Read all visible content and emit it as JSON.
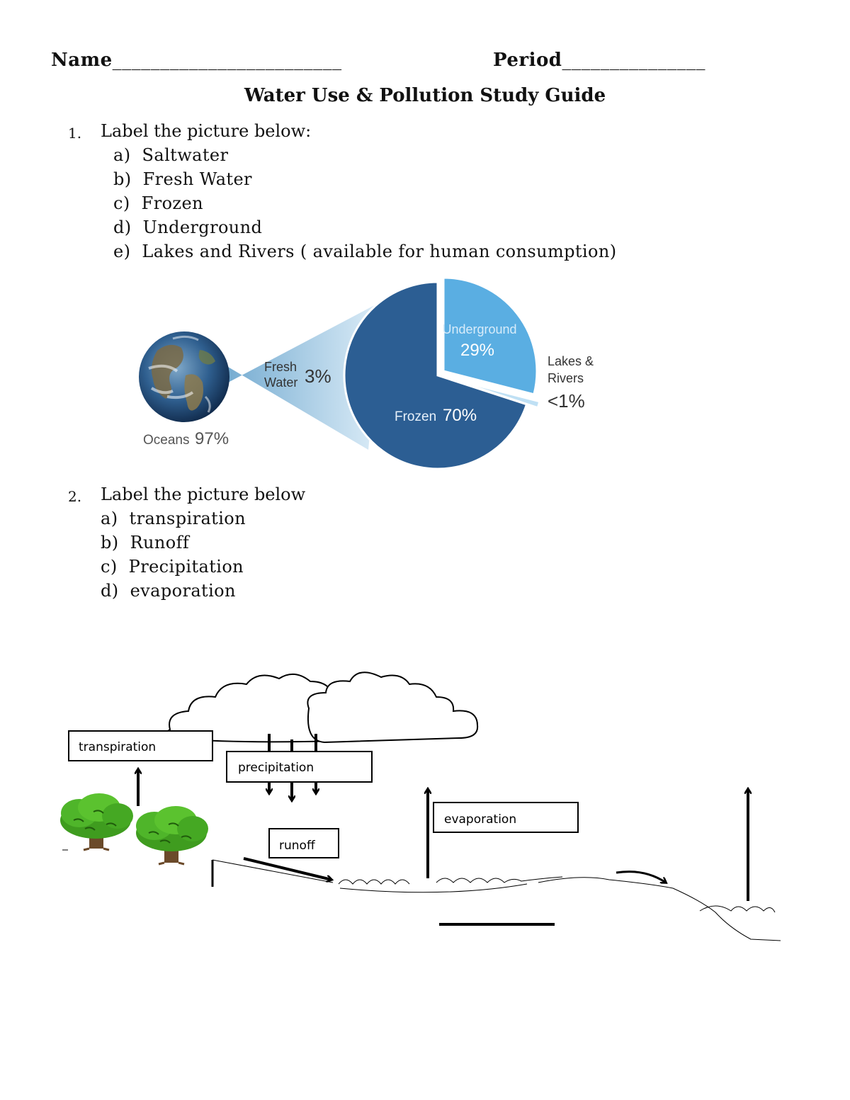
{
  "header": {
    "name_label": "Name",
    "name_blank": "________________________",
    "period_label": "Period",
    "period_blank": "_______________"
  },
  "title": "Water Use & Pollution Study Guide",
  "question1": {
    "number": "1.",
    "prompt": "Label the picture below:",
    "items": [
      "a)  Saltwater",
      "b)  Fresh Water",
      "c)  Frozen",
      "d)  Underground",
      "e)  Lakes and Rivers ( available for human consumption)"
    ]
  },
  "water_chart": {
    "oceans_label": "Oceans",
    "oceans_value": "97%",
    "fresh_label_line1": "Fresh",
    "fresh_label_line2": "Water",
    "fresh_value": "3%",
    "underground_label": "Underground",
    "underground_value": "29%",
    "frozen_label": "Frozen",
    "frozen_value": "70%",
    "lakes_label_line1": "Lakes &",
    "lakes_label_line2": "Rivers",
    "lakes_value": "<1%"
  },
  "chart_data": {
    "type": "pie",
    "categories": [
      "Frozen",
      "Underground",
      "Lakes & Rivers"
    ],
    "values": [
      70,
      29,
      1
    ],
    "colors": [
      "#2c5e93",
      "#5aaee2",
      "#bfe0f4"
    ],
    "context": {
      "Oceans": 97,
      "Fresh Water": 3
    }
  },
  "question2": {
    "number": "2.",
    "prompt": "Label the picture below",
    "items": [
      "a)  transpiration",
      "b)  Runoff",
      "c)  Precipitation",
      "d)  evaporation"
    ]
  },
  "water_cycle": {
    "transpiration_label": "transpiration",
    "precipitation_label": "precipitation",
    "runoff_label": "runoff",
    "evaporation_label": "evaporation"
  }
}
